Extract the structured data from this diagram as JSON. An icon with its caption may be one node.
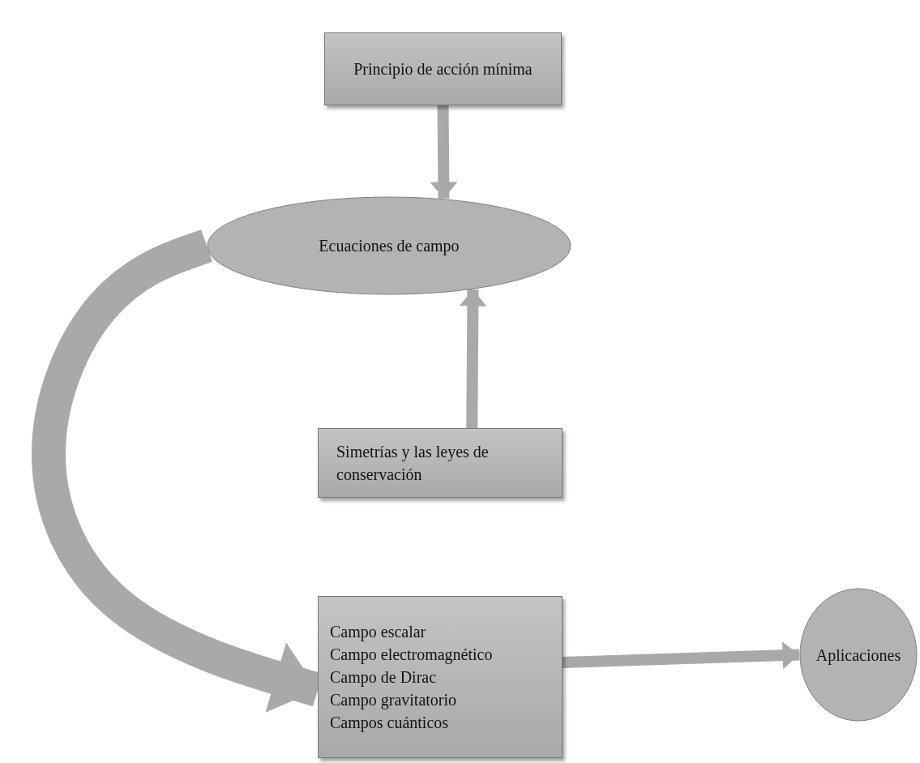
{
  "diagram": {
    "nodes": [
      {
        "text": [
          "Principio de acción mínima"
        ]
      },
      {
        "text": [
          "Ecuaciones de campo"
        ]
      },
      {
        "text": [
          "Simetrías y las leyes de conservación"
        ]
      },
      {
        "text": [
          "Campo escalar",
          "Campo electromagnético",
          "Campo de Dirac",
          "Campo gravitatorio",
          "Campos cuánticos"
        ]
      },
      {
        "text": [
          "Aplicaciones"
        ]
      }
    ],
    "edges": [
      {
        "from": 0,
        "to": 1,
        "arrow": "to"
      },
      {
        "from": 2,
        "to": 1,
        "arrow": "to"
      },
      {
        "from": 1,
        "to": 3,
        "arrow": "to",
        "style": "thick"
      },
      {
        "from": 3,
        "to": 4,
        "arrow": "to"
      }
    ]
  }
}
